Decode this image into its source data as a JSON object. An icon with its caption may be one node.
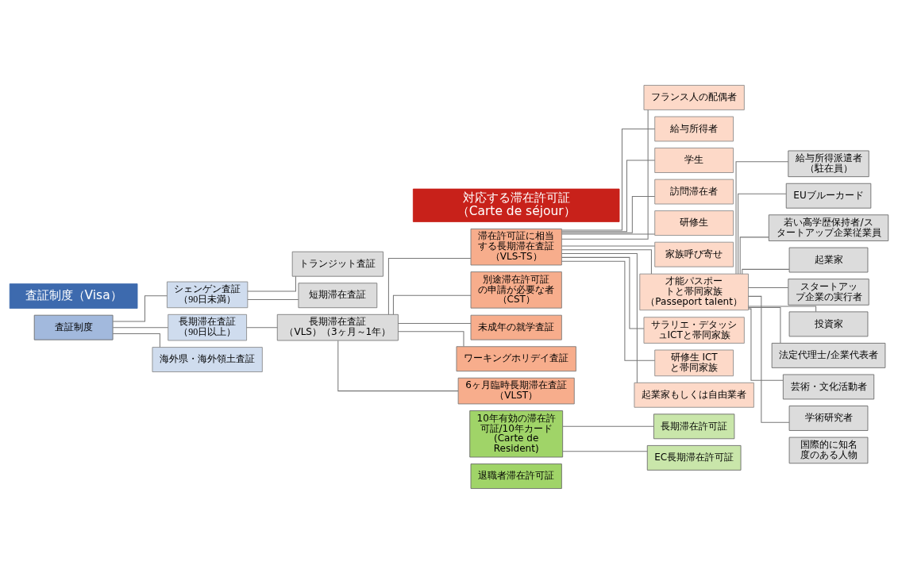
{
  "diagram": {
    "nodes": [
      {
        "text": [
          "査証制度（Visa）"
        ]
      },
      {
        "text": [
          "対応する滞在許可証（Carte de séjour）"
        ]
      },
      {
        "text": [
          "査証制度"
        ]
      },
      {
        "text": [
          "シェンゲン査証",
          "（90日未満）"
        ]
      },
      {
        "text": [
          "長期滞在査証",
          "（90日以上）"
        ]
      },
      {
        "text": [
          "海外県・海外領土査証"
        ]
      },
      {
        "text": [
          "トランジット査証"
        ]
      },
      {
        "text": [
          "短期滞在査証"
        ]
      },
      {
        "text": [
          "長期滞在査証（VLS）（3ヶ月～1年）"
        ]
      },
      {
        "text": [
          "滞在許可証に相当する長期滞在査証（VLS-TS）"
        ]
      },
      {
        "text": [
          "別途滞在許可証の申請が必要な者（CST）"
        ]
      },
      {
        "text": [
          "未成年の就学査証"
        ]
      },
      {
        "text": [
          "ワーキングホリデイ査証"
        ]
      },
      {
        "text": [
          "6ヶ月臨時長期滞在査証（VLST）"
        ]
      },
      {
        "text": [
          "フランス人の配偶者"
        ]
      },
      {
        "text": [
          "給与所得者"
        ]
      },
      {
        "text": [
          "学生"
        ]
      },
      {
        "text": [
          "訪問滞在者"
        ]
      },
      {
        "text": [
          "研修生"
        ]
      },
      {
        "text": [
          "家族呼び寄せ"
        ]
      },
      {
        "text": [
          "才能パスポートと帯同家族（Passeport talent）"
        ]
      },
      {
        "text": [
          "サラリエ・デタッシュICTと帯同家族"
        ]
      },
      {
        "text": [
          "研修生 ICTと帯同家族"
        ]
      },
      {
        "text": [
          "起業家もしくは自由業者"
        ]
      },
      {
        "text": [
          "給与所得派遣者（駐在員）"
        ]
      },
      {
        "text": [
          "EUブルーカード"
        ]
      },
      {
        "text": [
          "若い高学歴保持者/スタートアップ企業従業員"
        ]
      },
      {
        "text": [
          "起業家"
        ]
      },
      {
        "text": [
          "スタートアップ企業の実行者"
        ]
      },
      {
        "text": [
          "投資家"
        ]
      },
      {
        "text": [
          "法定代理士/企業代表者"
        ]
      },
      {
        "text": [
          "芸術・文化活動者"
        ]
      },
      {
        "text": [
          "学術研究者"
        ]
      },
      {
        "text": [
          "国際的に知名度のある人物"
        ]
      },
      {
        "text": [
          "10年有効の滞在許可証/10年カード",
          "(Carte de Resident)"
        ]
      },
      {
        "text": [
          "退職者滞在許可証"
        ]
      },
      {
        "text": [
          "長期滞在許可証"
        ]
      },
      {
        "text": [
          "EC長期滞在許可証"
        ]
      }
    ],
    "edges": [
      {
        "from": 2,
        "to": 3,
        "arrow": "none"
      },
      {
        "from": 2,
        "to": 4,
        "arrow": "none"
      },
      {
        "from": 2,
        "to": 5,
        "arrow": "none"
      },
      {
        "from": 3,
        "to": 6,
        "arrow": "none"
      },
      {
        "from": 3,
        "to": 7,
        "arrow": "none"
      },
      {
        "from": 4,
        "to": 8,
        "arrow": "none"
      },
      {
        "from": 8,
        "to": 9,
        "arrow": "none"
      },
      {
        "from": 8,
        "to": 10,
        "arrow": "none"
      },
      {
        "from": 8,
        "to": 11,
        "arrow": "none"
      },
      {
        "from": 8,
        "to": 12,
        "arrow": "none"
      },
      {
        "from": 8,
        "to": 13,
        "arrow": "none"
      },
      {
        "from": 9,
        "to": 14,
        "arrow": "none"
      },
      {
        "from": 9,
        "to": 15,
        "arrow": "none"
      },
      {
        "from": 9,
        "to": 16,
        "arrow": "none"
      },
      {
        "from": 9,
        "to": 17,
        "arrow": "none"
      },
      {
        "from": 9,
        "to": 18,
        "arrow": "none"
      },
      {
        "from": 9,
        "to": 19,
        "arrow": "none"
      },
      {
        "from": 9,
        "to": 20,
        "arrow": "none"
      },
      {
        "from": 9,
        "to": 21,
        "arrow": "none"
      },
      {
        "from": 9,
        "to": 22,
        "arrow": "none"
      },
      {
        "from": 9,
        "to": 23,
        "arrow": "none"
      },
      {
        "from": 20,
        "to": 24,
        "arrow": "none"
      },
      {
        "from": 20,
        "to": 25,
        "arrow": "none"
      },
      {
        "from": 20,
        "to": 26,
        "arrow": "none"
      },
      {
        "from": 20,
        "to": 27,
        "arrow": "none"
      },
      {
        "from": 20,
        "to": 28,
        "arrow": "none"
      },
      {
        "from": 20,
        "to": 29,
        "arrow": "none"
      },
      {
        "from": 20,
        "to": 30,
        "arrow": "none"
      },
      {
        "from": 20,
        "to": 31,
        "arrow": "none"
      },
      {
        "from": 20,
        "to": 32,
        "arrow": "none"
      },
      {
        "from": 34,
        "to": 36,
        "arrow": "none"
      },
      {
        "from": 34,
        "to": 37,
        "arrow": "none"
      }
    ]
  }
}
